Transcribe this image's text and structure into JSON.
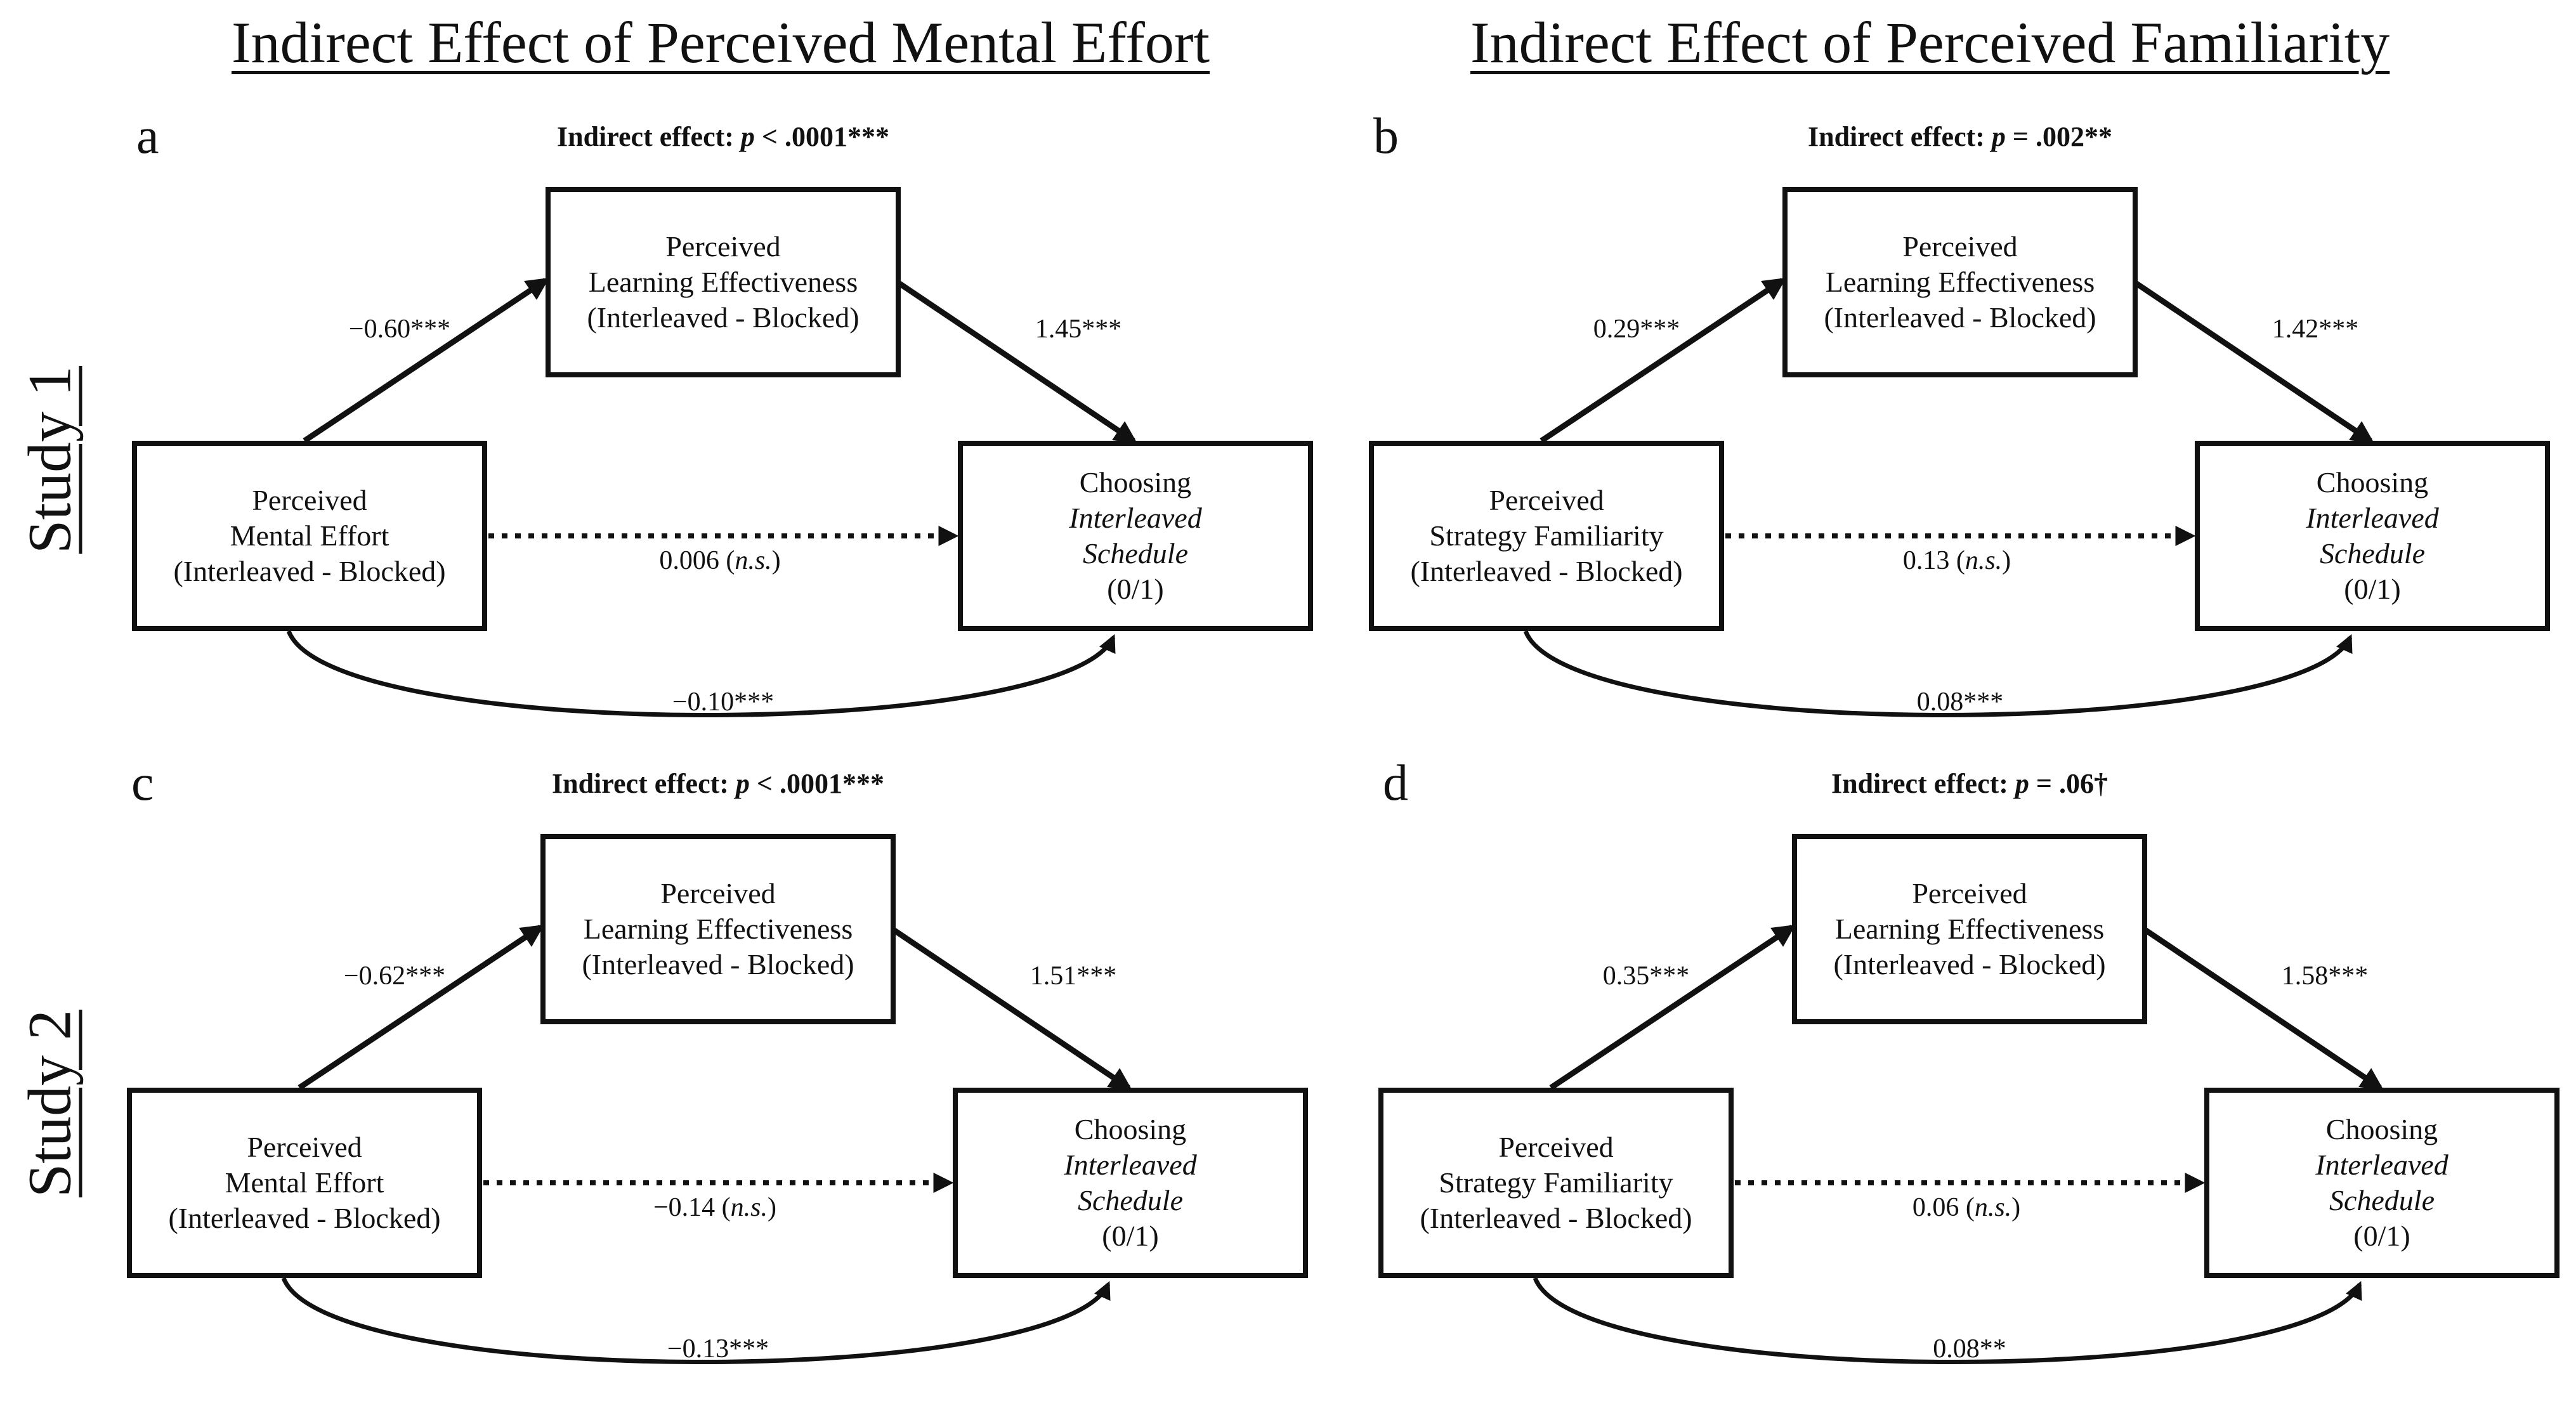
{
  "column_titles": {
    "left": "Indirect Effect of Perceived Mental Effort",
    "right": "Indirect Effect of Perceived Familiarity"
  },
  "row_labels": {
    "study1": "Study 1",
    "study2": "Study 2"
  },
  "panels": {
    "a": {
      "letter": "a",
      "indirect_label": "Indirect effect:",
      "indirect_p": "p",
      "indirect_rest": "< .0001***",
      "predictor": [
        "Perceived",
        "Mental Effort",
        "(Interleaved - Blocked)"
      ],
      "mediator": [
        "Perceived",
        "Learning Effectiveness",
        "(Interleaved - Blocked)"
      ],
      "outcome_pre": "Choosing",
      "outcome_it1": "Interleaved",
      "outcome_it2": "Schedule",
      "outcome_post": "(0/1)",
      "path_a": "−0.60***",
      "path_b": "1.45***",
      "direct_val": "0.006",
      "direct_ns": "n.s.",
      "total": "−0.10***"
    },
    "b": {
      "letter": "b",
      "indirect_label": "Indirect effect:",
      "indirect_p": "p",
      "indirect_rest": "= .002**",
      "predictor": [
        "Perceived",
        "Strategy Familiarity",
        "(Interleaved - Blocked)"
      ],
      "mediator": [
        "Perceived",
        "Learning Effectiveness",
        "(Interleaved - Blocked)"
      ],
      "outcome_pre": "Choosing",
      "outcome_it1": "Interleaved",
      "outcome_it2": "Schedule",
      "outcome_post": "(0/1)",
      "path_a": "0.29***",
      "path_b": "1.42***",
      "direct_val": "0.13",
      "direct_ns": "n.s.",
      "total": "0.08***"
    },
    "c": {
      "letter": "c",
      "indirect_label": "Indirect effect:",
      "indirect_p": "p",
      "indirect_rest": "< .0001***",
      "predictor": [
        "Perceived",
        "Mental Effort",
        "(Interleaved - Blocked)"
      ],
      "mediator": [
        "Perceived",
        "Learning Effectiveness",
        "(Interleaved - Blocked)"
      ],
      "outcome_pre": "Choosing",
      "outcome_it1": "Interleaved",
      "outcome_it2": "Schedule",
      "outcome_post": "(0/1)",
      "path_a": "−0.62***",
      "path_b": "1.51***",
      "direct_val": "−0.14",
      "direct_ns": "n.s.",
      "total": "−0.13***"
    },
    "d": {
      "letter": "d",
      "indirect_label": "Indirect effect:",
      "indirect_p": "p",
      "indirect_rest": "= .06†",
      "predictor": [
        "Perceived",
        "Strategy Familiarity",
        "(Interleaved - Blocked)"
      ],
      "mediator": [
        "Perceived",
        "Learning Effectiveness",
        "(Interleaved - Blocked)"
      ],
      "outcome_pre": "Choosing",
      "outcome_it1": "Interleaved",
      "outcome_it2": "Schedule",
      "outcome_post": "(0/1)",
      "path_a": "0.35***",
      "path_b": "1.58***",
      "direct_val": "0.06",
      "direct_ns": "n.s.",
      "total": "0.08**"
    }
  }
}
